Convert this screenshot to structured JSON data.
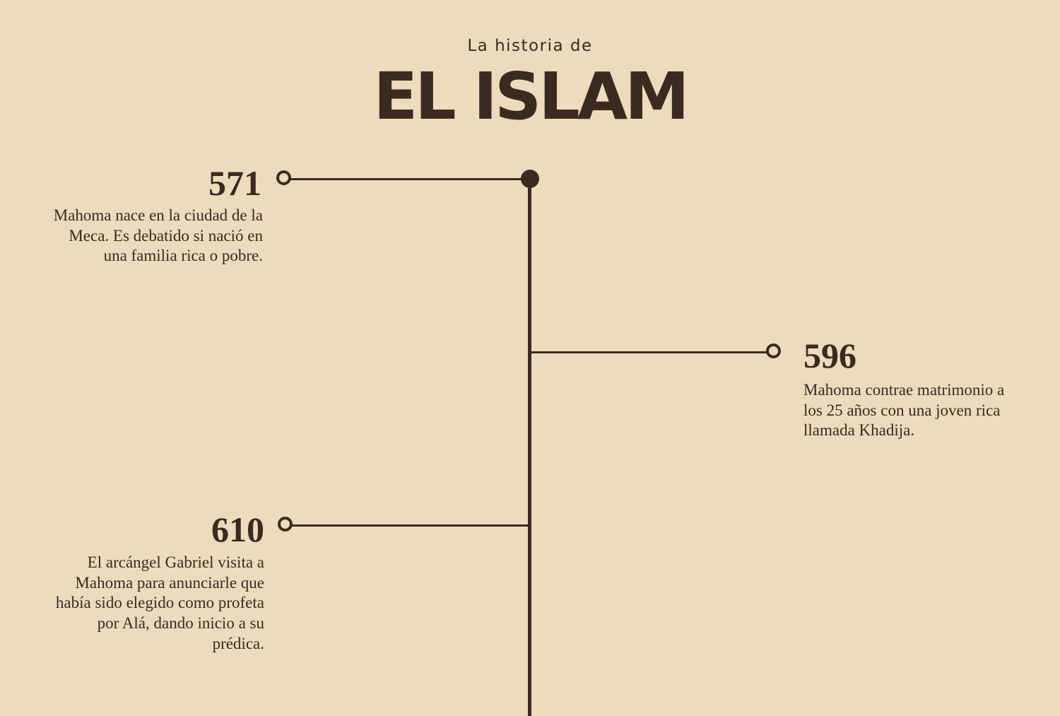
{
  "header": {
    "subtitle": "La historia de",
    "title": "EL ISLAM"
  },
  "colors": {
    "background": "#ebdcbd",
    "ink": "#3b2a20"
  },
  "events": [
    {
      "year": "571",
      "side": "left",
      "lines": [
        "Mahoma nace en la ciudad de la",
        "Meca. Es debatido si nació en",
        "una familia rica o pobre."
      ]
    },
    {
      "year": "596",
      "side": "right",
      "lines": [
        "Mahoma contrae matrimonio a",
        "los 25 años con una joven rica",
        "llamada Khadija."
      ]
    },
    {
      "year": "610",
      "side": "left",
      "lines": [
        "El arcángel Gabriel visita a",
        "Mahoma para anunciarle que",
        "había sido elegido como profeta",
        "por Alá, dando inicio a su",
        "prédica."
      ]
    }
  ]
}
